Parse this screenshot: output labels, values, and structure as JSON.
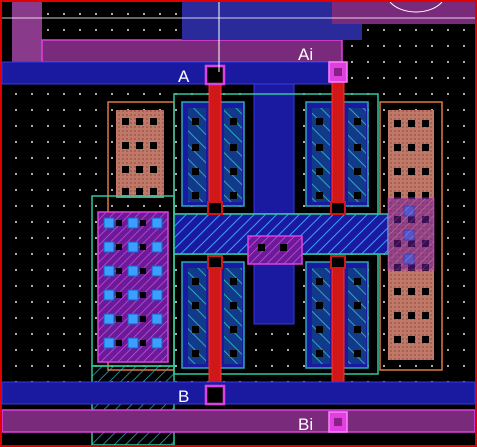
{
  "labels": {
    "a": "A",
    "ai": "Ai",
    "b": "B",
    "bi": "Bi"
  },
  "colors": {
    "background": "#000000",
    "metal1": "#1a1aa0",
    "metal2": "#e040e0",
    "poly": "#e01414",
    "diffusion": "#2da8b8",
    "implant": "#2ec8a0",
    "well_outline": "#e07840",
    "contact": "#000000",
    "via": "#3aa0ff",
    "border": "#e00000"
  }
}
